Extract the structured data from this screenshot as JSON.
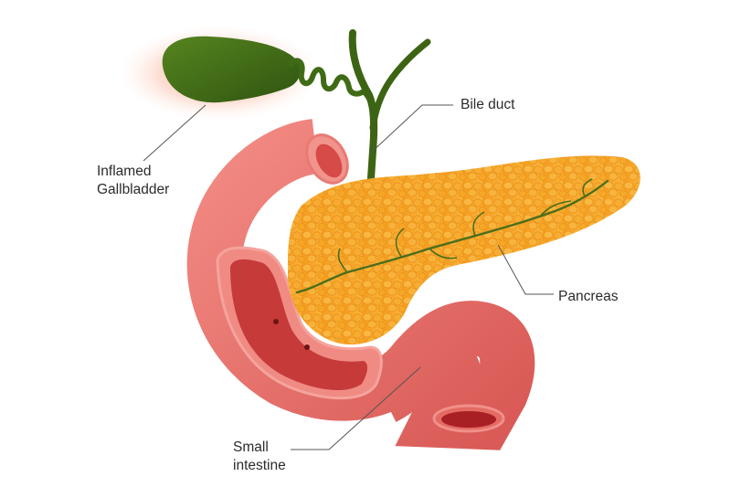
{
  "labels": {
    "gallbladder": [
      "Inflamed",
      "Gallbladder"
    ],
    "bile_duct": "Bile duct",
    "pancreas": "Pancreas",
    "small_intestine": [
      "Small",
      "intestine"
    ]
  },
  "colors": {
    "gallbladder": "#3f6b16",
    "inflammation": "#f27a5a",
    "duct": "#3d6414",
    "pancreas": "#f6a623",
    "pancreas_cell_line": "#e8901a",
    "intestine": "#e9736d",
    "intestine_inner": "#c83b3b",
    "leader_line": "#555555"
  }
}
